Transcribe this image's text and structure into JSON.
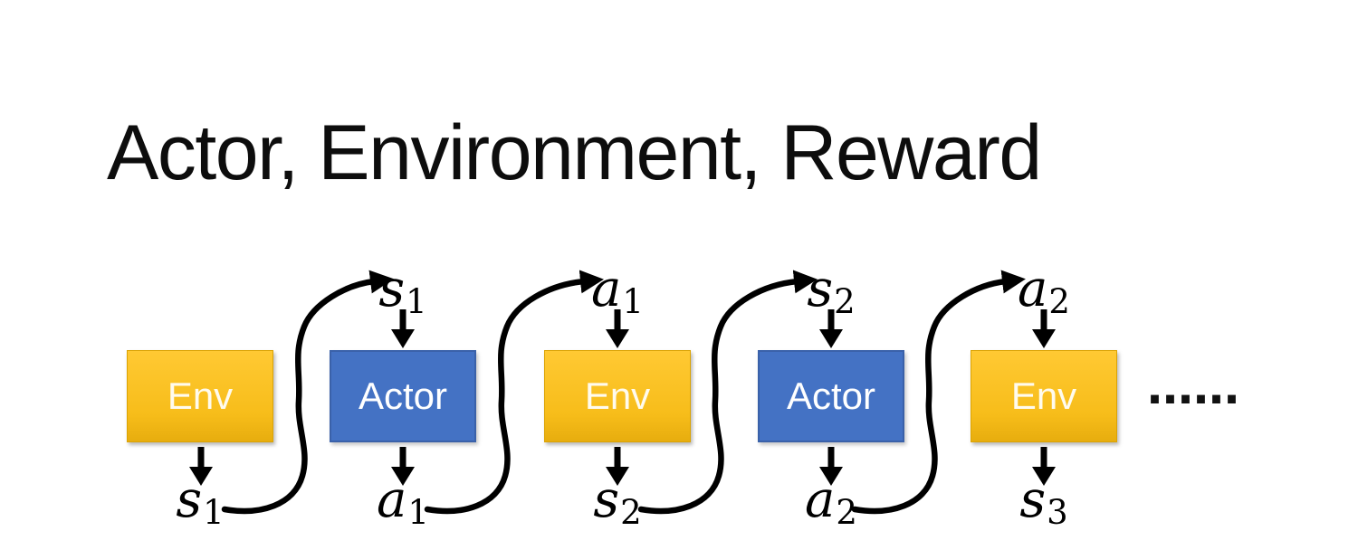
{
  "slide": {
    "title": "Actor, Environment, Reward"
  },
  "colors": {
    "slide_bg": "#ffffff",
    "title_text": "#0d0d0d",
    "env_fill_top": "#ffc933",
    "env_fill_mid": "#f7bd1a",
    "env_fill_bottom": "#e7ad0e",
    "env_border": "#dba303",
    "env_text": "#fffbee",
    "actor_fill": "#4472c4",
    "actor_border": "#3a61a9",
    "actor_text": "#ffffff",
    "arrow": "#000000"
  },
  "diagram": {
    "boxes": [
      {
        "label": "Env",
        "type": "env"
      },
      {
        "label": "Actor",
        "type": "actor"
      },
      {
        "label": "Env",
        "type": "env"
      },
      {
        "label": "Actor",
        "type": "actor"
      },
      {
        "label": "Env",
        "type": "env"
      }
    ],
    "top_labels": [
      {
        "base": "s",
        "sub": "1"
      },
      {
        "base": "a",
        "sub": "1"
      },
      {
        "base": "s",
        "sub": "2"
      },
      {
        "base": "a",
        "sub": "2"
      }
    ],
    "bottom_labels": [
      {
        "base": "s",
        "sub": "1"
      },
      {
        "base": "a",
        "sub": "1"
      },
      {
        "base": "s",
        "sub": "2"
      },
      {
        "base": "a",
        "sub": "2"
      },
      {
        "base": "s",
        "sub": "3"
      }
    ],
    "ellipsis": "......"
  }
}
